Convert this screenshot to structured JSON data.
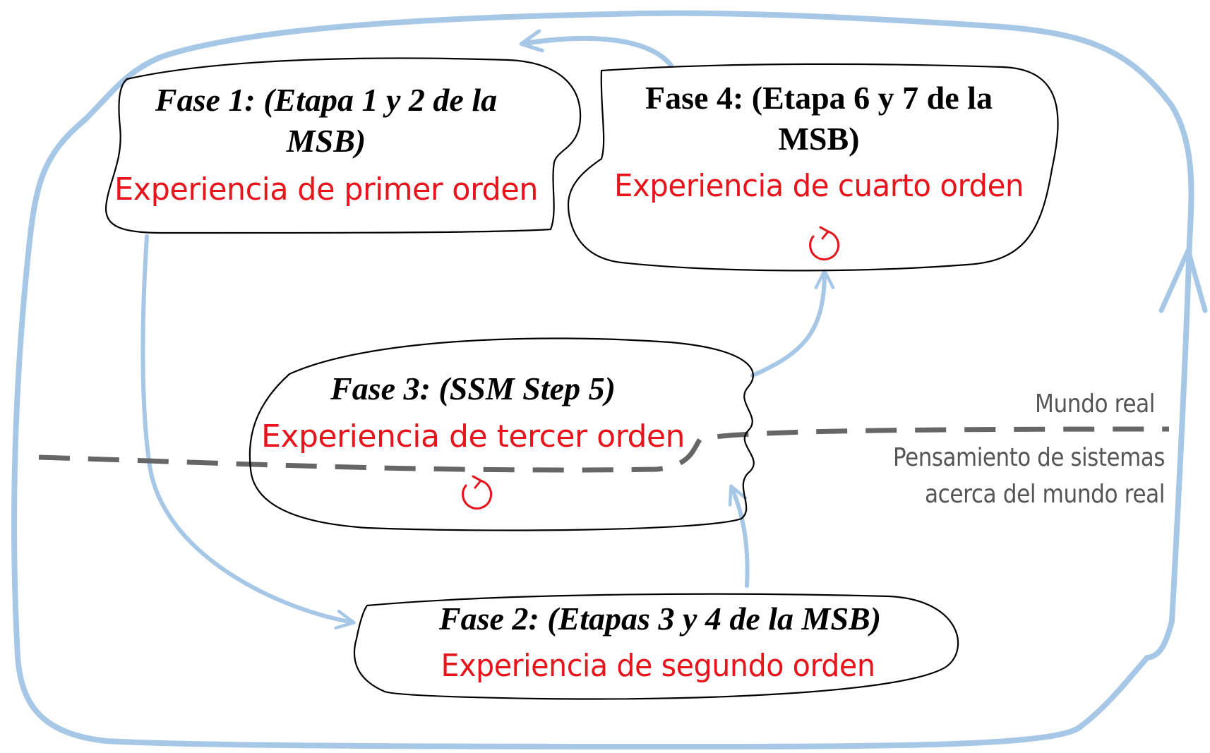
{
  "phases": [
    {
      "id": "fase-1",
      "title_lines": [
        "Fase 1: (Etapa 1 y 2 de la",
        "MSB)"
      ],
      "experience": "Experiencia de primer orden"
    },
    {
      "id": "fase-2",
      "title_lines": [
        "Fase 2: (Etapas 3 y 4 de la MSB)"
      ],
      "experience": "Experiencia de segundo orden"
    },
    {
      "id": "fase-3",
      "title_lines": [
        "Fase 3: (SSM Step 5)"
      ],
      "experience": "Experiencia de tercer orden"
    },
    {
      "id": "fase-4",
      "title_lines": [
        "Fase 4: (Etapa 6 y 7 de la",
        "MSB)"
      ],
      "experience": "Experiencia de cuarto orden"
    }
  ],
  "divider": {
    "upper_label": "Mundo real",
    "lower_label_lines": [
      "Pensamiento de sistemas",
      "acerca del mundo real"
    ]
  },
  "icons": {
    "cycle": "counter-clockwise-cycle-icon",
    "flow": "arrow-icon"
  },
  "colors": {
    "flow_arrows": "#a7c7e7",
    "experience_text": "#e8141c",
    "divider_line": "#666666",
    "phase_title": "#000000"
  }
}
